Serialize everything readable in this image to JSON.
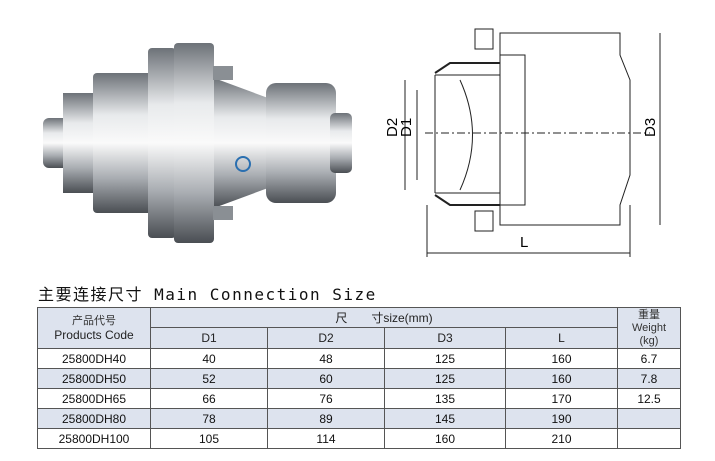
{
  "drawing_labels": {
    "d1": "D1",
    "d2": "D2",
    "d3": "D3",
    "l": "L"
  },
  "section_title": "主要连接尺寸 Main Connection Size",
  "table": {
    "code_header_cn": "产品代号",
    "code_header_en": "Products Code",
    "size_header": "尺　　寸size(mm)",
    "weight_header_cn": "重量",
    "weight_header_en": "Weight",
    "weight_header_unit": "(kg)",
    "columns": [
      "D1",
      "D2",
      "D3",
      "L"
    ],
    "rows": [
      {
        "code": "25800DH40",
        "d1": "40",
        "d2": "48",
        "d3": "125",
        "l": "160",
        "weight": "6.7"
      },
      {
        "code": "25800DH50",
        "d1": "52",
        "d2": "60",
        "d3": "125",
        "l": "160",
        "weight": "7.8"
      },
      {
        "code": "25800DH65",
        "d1": "66",
        "d2": "76",
        "d3": "135",
        "l": "170",
        "weight": "12.5"
      },
      {
        "code": "25800DH80",
        "d1": "78",
        "d2": "89",
        "d3": "145",
        "l": "190",
        "weight": ""
      },
      {
        "code": "25800DH100",
        "d1": "105",
        "d2": "114",
        "d3": "160",
        "l": "210",
        "weight": ""
      }
    ]
  }
}
